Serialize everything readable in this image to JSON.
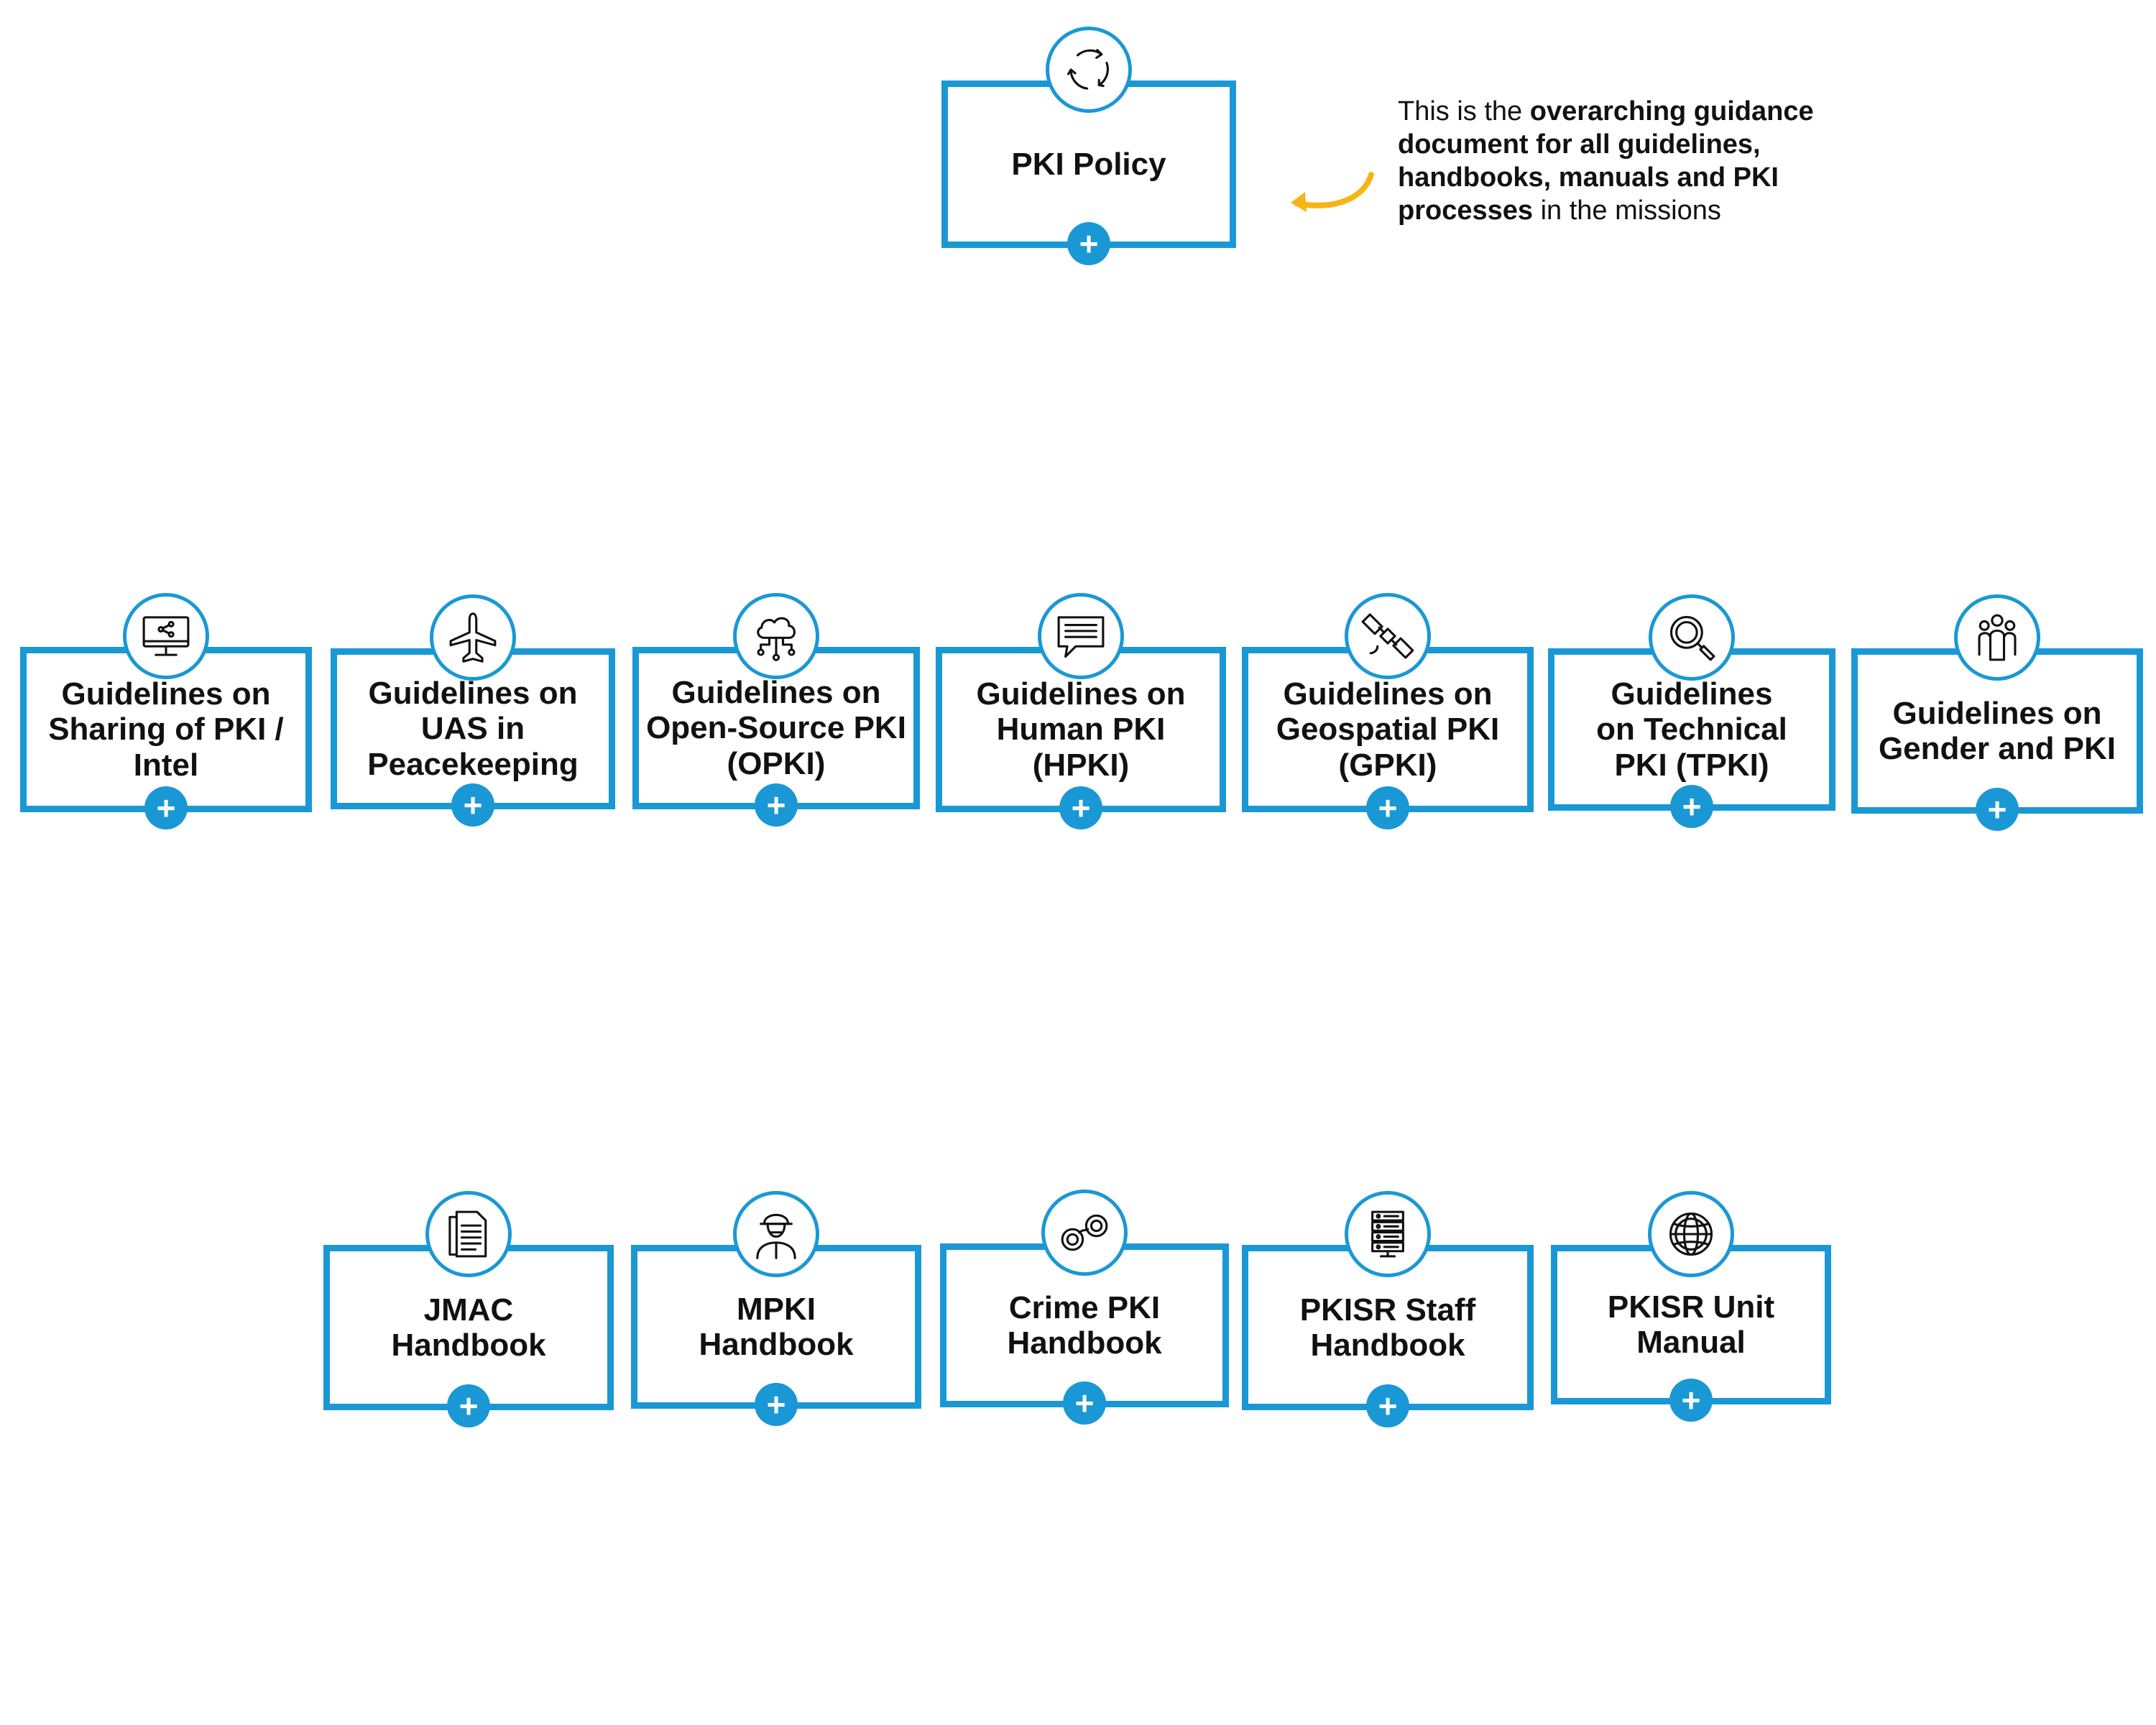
{
  "colors": {
    "accent": "#1a98d5",
    "arrow": "#f5b517",
    "text": "#111111"
  },
  "policy": {
    "label": "PKI Policy",
    "icon": "refresh-cycle-icon",
    "expand": "+"
  },
  "note": {
    "t1": "This is the ",
    "t2": "overarching guidance document for all guidelines, handbooks, manuals and PKI processes",
    "t3": " in the missions"
  },
  "guidelines": [
    {
      "label": "Guidelines on\nSharing of PKI /\nIntel",
      "icon": "monitor-network-icon",
      "expand": "+"
    },
    {
      "label": "Guidelines on\nUAS in\nPeacekeeping",
      "icon": "airplane-icon",
      "expand": "+"
    },
    {
      "label": "Guidelines on\nOpen-Source PKI\n(OPKI)",
      "icon": "cloud-network-icon",
      "expand": "+"
    },
    {
      "label": "Guidelines on\nHuman PKI\n(HPKI)",
      "icon": "chat-bubble-icon",
      "expand": "+"
    },
    {
      "label": "Guidelines on\nGeospatial PKI\n(GPKI)",
      "icon": "satellite-icon",
      "expand": "+"
    },
    {
      "label": "Guidelines\non Technical\nPKI (TPKI)",
      "icon": "magnifier-icon",
      "expand": "+"
    },
    {
      "label": "Guidelines on\nGender and PKI",
      "icon": "people-group-icon",
      "expand": "+"
    }
  ],
  "handbooks": [
    {
      "label": "JMAC\nHandbook",
      "icon": "documents-icon",
      "expand": "+"
    },
    {
      "label": "MPKI\nHandbook",
      "icon": "soldier-icon",
      "expand": "+"
    },
    {
      "label": "Crime PKI\nHandbook",
      "icon": "handcuffs-icon",
      "expand": "+"
    },
    {
      "label": "PKISR Staff\nHandbook",
      "icon": "server-rack-icon",
      "expand": "+"
    },
    {
      "label": "PKISR Unit\nManual",
      "icon": "globe-icon",
      "expand": "+"
    }
  ]
}
